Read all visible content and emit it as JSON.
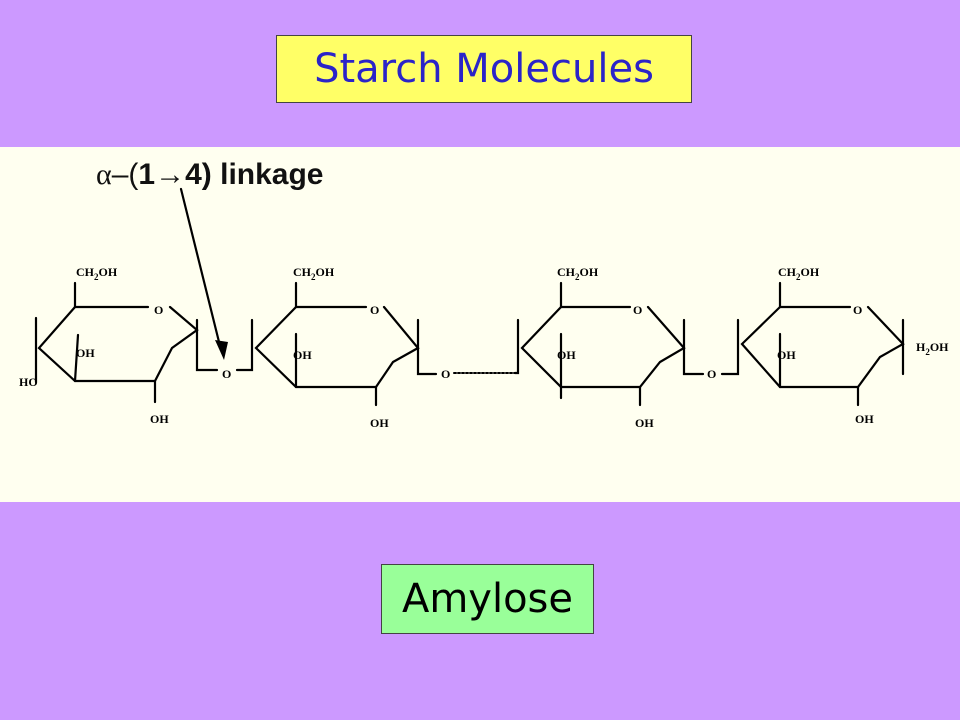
{
  "colors": {
    "background": "#cc99ff",
    "figure_background": "#fffff0",
    "title_box": "#ffff66",
    "title_text": "#2b24c8",
    "label_box": "#99ff99",
    "label_text": "#000000"
  },
  "title": "Starch Molecules",
  "label": "Amylose",
  "diagram": {
    "linkage_alpha": "α",
    "linkage_dash": "–(",
    "linkage_one": "1",
    "linkage_arrow": "→",
    "linkage_rest": "4) linkage",
    "units": [
      {
        "ch2oh_a": "CH",
        "ch2oh_sub": "2",
        "ch2oh_b": "OH",
        "ring_o": "O",
        "oh_left": "OH",
        "oh_bottom": "OH"
      },
      {
        "ch2oh_a": "CH",
        "ch2oh_sub": "2",
        "ch2oh_b": "OH",
        "ring_o": "O",
        "oh_left": "OH",
        "oh_bottom": "OH"
      },
      {
        "ch2oh_a": "CH",
        "ch2oh_sub": "2",
        "ch2oh_b": "OH",
        "ring_o": "O",
        "oh_left": "OH",
        "oh_bottom": "OH"
      },
      {
        "ch2oh_a": "CH",
        "ch2oh_sub": "2",
        "ch2oh_b": "OH",
        "ring_o": "O",
        "oh_left": "OH",
        "oh_bottom": "OH"
      }
    ],
    "end_left": "HO",
    "end_right_a": "H",
    "end_right_sub": "2",
    "end_right_b": "OH",
    "bridge_o": [
      "O",
      "O",
      "O"
    ]
  }
}
